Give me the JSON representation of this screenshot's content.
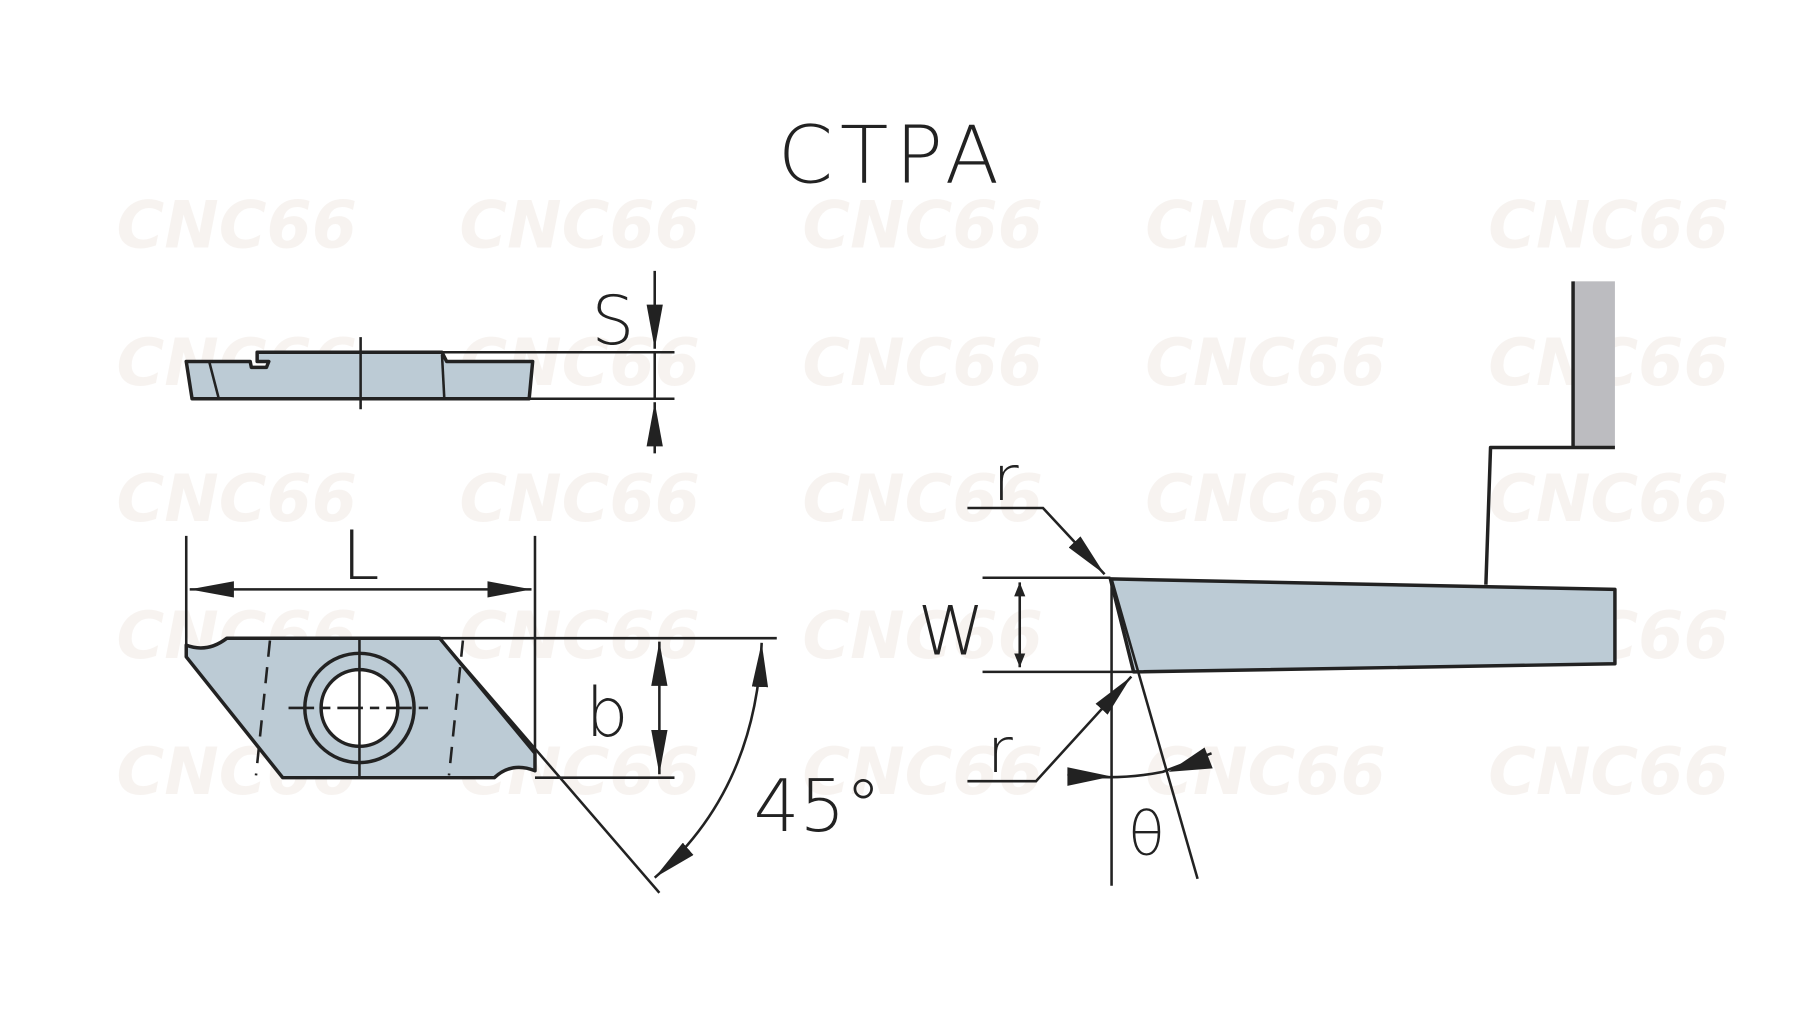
{
  "title": "CTPA",
  "watermark": "CNC66",
  "labels": {
    "s": "S",
    "l": "L",
    "b": "b",
    "angle": "45°",
    "w": "W",
    "r_top": "r",
    "r_bottom": "r",
    "theta": "θ"
  },
  "colors": {
    "insert_fill": "#bccbd5",
    "holder_fill": "#bcbcc0",
    "line": "#222222"
  }
}
